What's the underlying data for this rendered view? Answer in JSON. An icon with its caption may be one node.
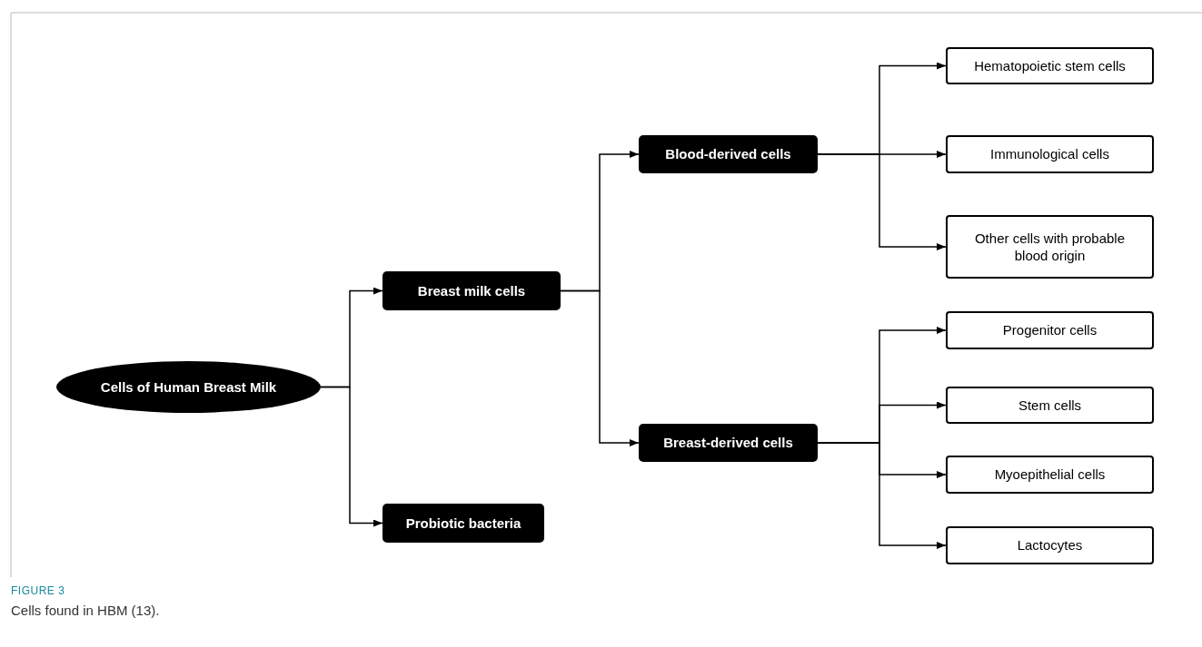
{
  "diagram": {
    "title": "FIGURE 3",
    "caption": "Cells found in HBM (13).",
    "nodes": [
      {
        "text": [
          "Cells of Human Breast Milk"
        ]
      },
      {
        "text": [
          "Breast milk cells"
        ]
      },
      {
        "text": [
          "Probiotic bacteria"
        ]
      },
      {
        "text": [
          "Blood-derived cells"
        ]
      },
      {
        "text": [
          "Breast-derived cells"
        ]
      },
      {
        "text": [
          "Hematopoietic stem cells"
        ]
      },
      {
        "text": [
          "Immunological cells"
        ]
      },
      {
        "text": [
          "Other cells with probable blood origin"
        ]
      },
      {
        "text": [
          "Progenitor cells"
        ]
      },
      {
        "text": [
          "Stem cells"
        ]
      },
      {
        "text": [
          "Myoepithelial cells"
        ]
      },
      {
        "text": [
          "Lactocytes"
        ]
      }
    ],
    "edges": [
      {
        "from": 0,
        "to": 1,
        "arrow": "to"
      },
      {
        "from": 0,
        "to": 2,
        "arrow": "to"
      },
      {
        "from": 1,
        "to": 3,
        "arrow": "to"
      },
      {
        "from": 1,
        "to": 4,
        "arrow": "to"
      },
      {
        "from": 3,
        "to": 5,
        "arrow": "to"
      },
      {
        "from": 3,
        "to": 6,
        "arrow": "to"
      },
      {
        "from": 3,
        "to": 7,
        "arrow": "to"
      },
      {
        "from": 4,
        "to": 8,
        "arrow": "to"
      },
      {
        "from": 4,
        "to": 9,
        "arrow": "to"
      },
      {
        "from": 4,
        "to": 10,
        "arrow": "to"
      },
      {
        "from": 4,
        "to": 11,
        "arrow": "to"
      }
    ]
  }
}
